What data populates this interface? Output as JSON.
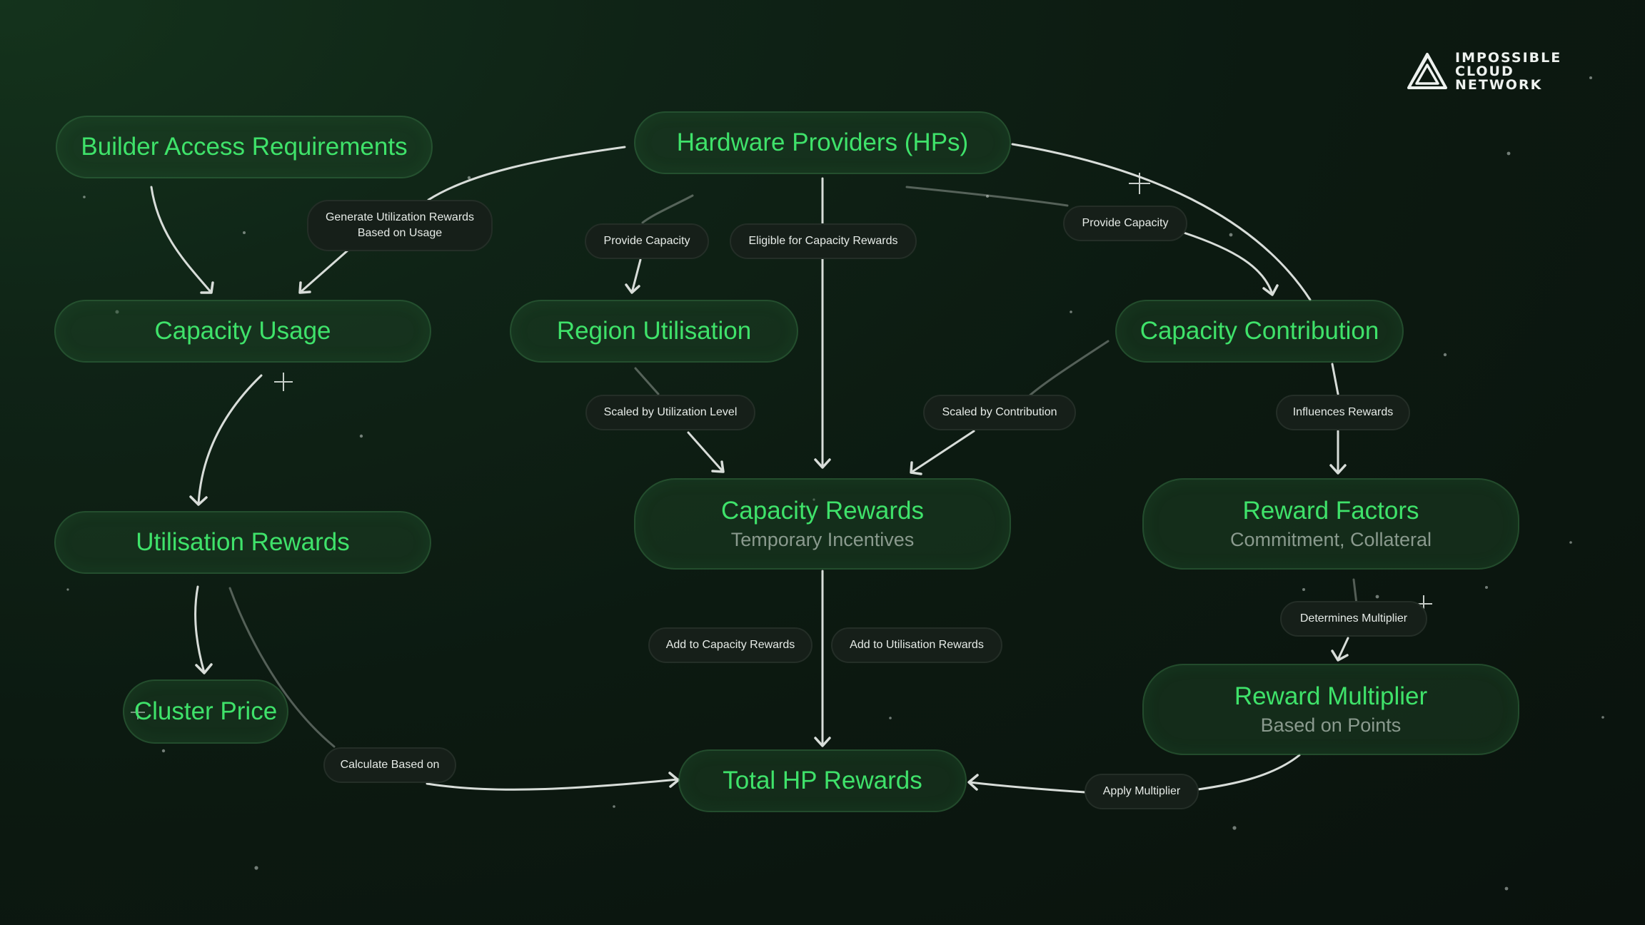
{
  "brand": {
    "logo": "impossible-cloud-network-logo",
    "line1": "IMPOSSIBLE",
    "line2": "CLOUD",
    "line3": "NETWORK"
  },
  "colors": {
    "background": "#0c1a11",
    "node_fill": "#1e4828",
    "node_title": "#3fe26a",
    "node_subtitle": "#8a9a8e",
    "label_fill": "#161f19",
    "label_text": "#e6ebe7",
    "edge": "#d8ddd9"
  },
  "nodes": {
    "builder_access": {
      "title": "Builder Access Requirements"
    },
    "hardware_providers": {
      "title": "Hardware Providers (HPs)"
    },
    "capacity_usage": {
      "title": "Capacity Usage"
    },
    "region_utilisation": {
      "title": "Region Utilisation"
    },
    "capacity_contribution": {
      "title": "Capacity Contribution"
    },
    "utilisation_rewards": {
      "title": "Utilisation Rewards"
    },
    "capacity_rewards": {
      "title": "Capacity Rewards",
      "subtitle": "Temporary Incentives"
    },
    "reward_factors": {
      "title": "Reward Factors",
      "subtitle": "Commitment, Collateral"
    },
    "cluster_price": {
      "title": "Cluster Price"
    },
    "reward_multiplier": {
      "title": "Reward Multiplier",
      "subtitle": "Based on Points"
    },
    "total_hp_rewards": {
      "title": "Total HP Rewards"
    }
  },
  "edge_labels": {
    "generate_utilization": {
      "line1": "Generate Utilization Rewards",
      "line2": "Based on Usage"
    },
    "provide_capacity_left": "Provide Capacity",
    "eligible_capacity": "Eligible for Capacity Rewards",
    "provide_capacity_right": "Provide Capacity",
    "scaled_utilization": "Scaled by Utilization Level",
    "scaled_contribution": "Scaled by Contribution",
    "influences_rewards": "Influences Rewards",
    "add_capacity": "Add to Capacity Rewards",
    "add_utilisation": "Add to Utilisation Rewards",
    "determines_multiplier": "Determines Multiplier",
    "calculate_based": "Calculate Based on",
    "apply_multiplier": "Apply Multiplier"
  }
}
